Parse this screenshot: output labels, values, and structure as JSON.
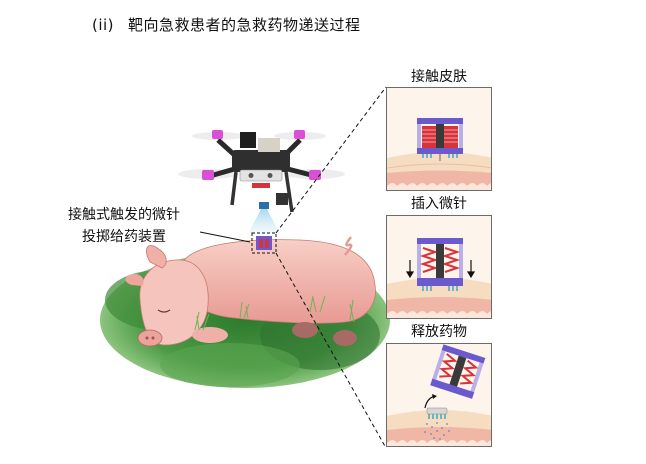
{
  "figure": {
    "title_index": "(ii)",
    "title": "靶向急救患者的急救药物递送过程",
    "callout": {
      "line1": "接触式触发的微针",
      "line2": "投掷给药装置"
    },
    "panels": [
      {
        "label": "接触皮肤",
        "state": "contact-skin"
      },
      {
        "label": "插入微针",
        "state": "insert-microneedle"
      },
      {
        "label": "释放药物",
        "state": "release-drug"
      }
    ]
  },
  "colors": {
    "device_purple": "#6a5acd",
    "spring_red": "#d8333a",
    "skin_top": "#f6dcc0",
    "skin_lower": "#f0b7a6",
    "panel_bg": "#fdf4ec",
    "grass_green": "#3f8f3a",
    "pig_pink": "#f3b9b0",
    "rotor_magenta": "#d94fd6"
  }
}
